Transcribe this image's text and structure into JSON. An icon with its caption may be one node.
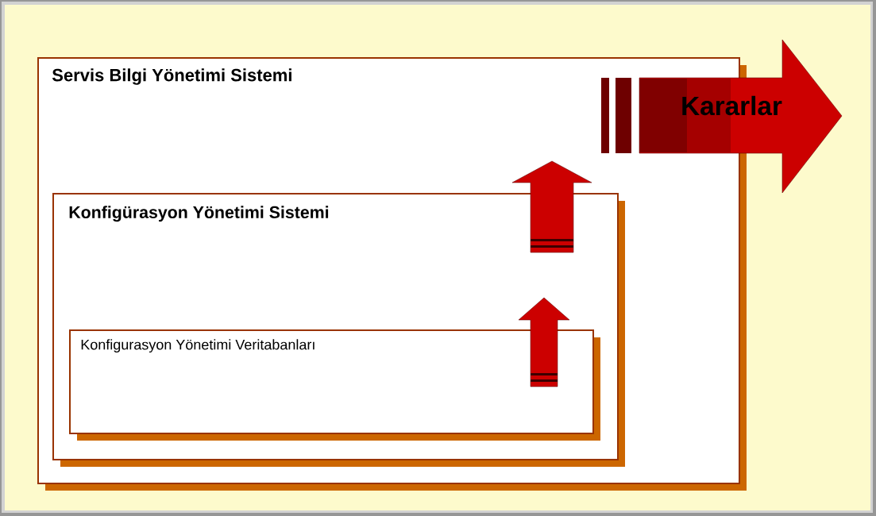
{
  "diagram": {
    "nodes": [
      {
        "text": [
          "Servis Bilgi Yönetimi Sistemi"
        ]
      },
      {
        "text": [
          "Konfigürasyon Yönetimi Sistemi"
        ],
        "in": 0
      },
      {
        "text": [
          "Konfigurasyon Yönetimi Veritabanları"
        ],
        "in": 1
      },
      {
        "text": [
          "Kararlar"
        ]
      }
    ]
  }
}
